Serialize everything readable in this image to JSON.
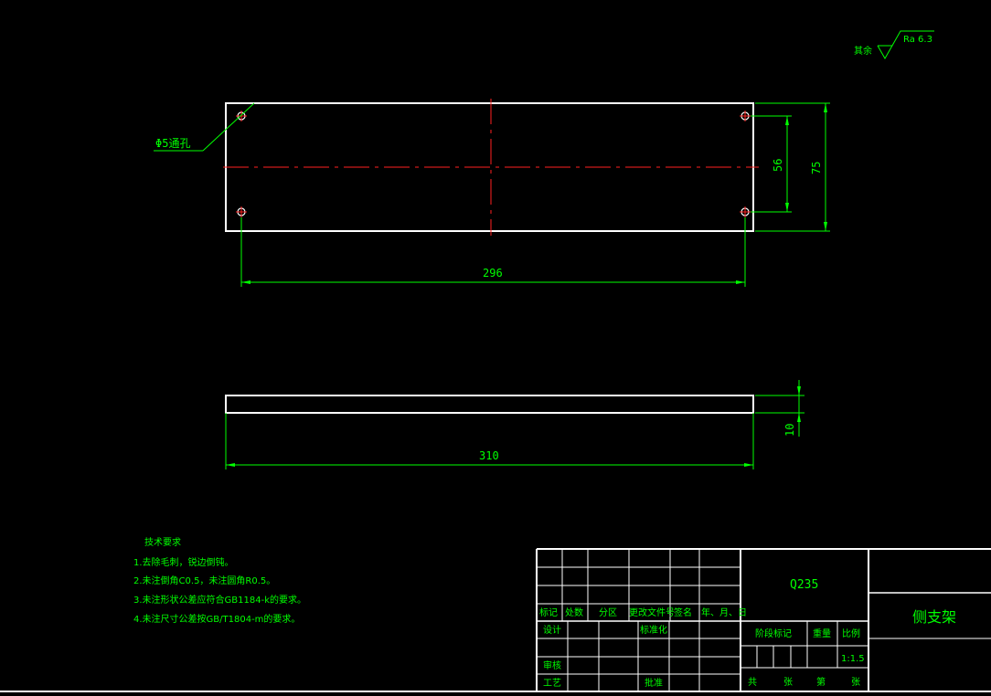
{
  "roughness": {
    "prefix": "其余",
    "value": "Ra 6.3"
  },
  "top_view": {
    "hole_label": "Φ5通孔",
    "dim_length": "296",
    "dim_height_inner": "56",
    "dim_height_outer": "75"
  },
  "side_view": {
    "dim_length": "310",
    "dim_thickness": "10"
  },
  "tech_notes": {
    "title": "技术要求",
    "items": [
      "1.去除毛刺，锐边倒钝。",
      "2.未注倒角C0.5，未注圆角R0.5。",
      "3.未注形状公差应符合GB1184-k的要求。",
      "4.未注尺寸公差按GB/T1804-m的要求。"
    ]
  },
  "title_block": {
    "material": "Q235",
    "part_name": "侧支架",
    "revision_headers": [
      "标记",
      "处数",
      "分区",
      "更改文件号",
      "签名",
      "年、月、日"
    ],
    "design": "设计",
    "standardization": "标准化",
    "stage_mark": "阶段标记",
    "weight": "重量",
    "scale_label": "比例",
    "scale_value": "1:1.5",
    "review": "审核",
    "process": "工艺",
    "approve": "批准",
    "sheets_total": "共",
    "sheets_unit": "张",
    "sheet_no": "第",
    "sheet_unit2": "张"
  }
}
